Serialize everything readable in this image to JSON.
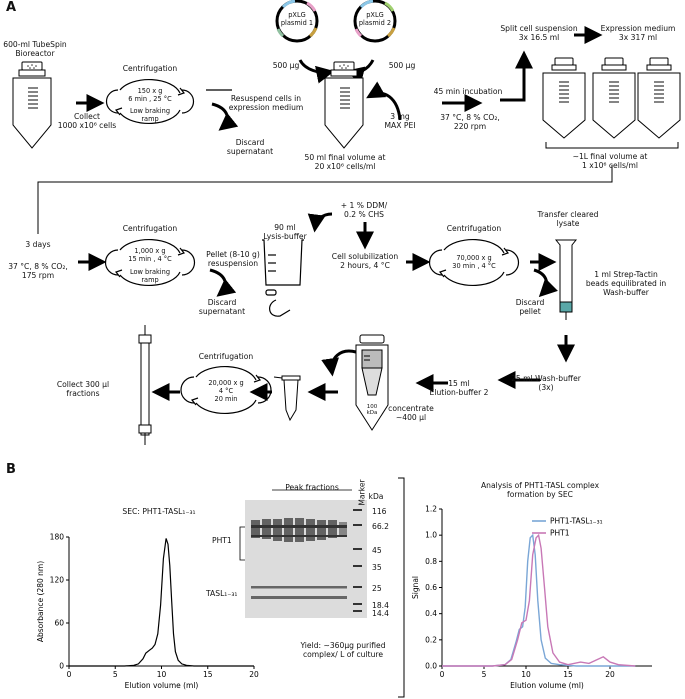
{
  "panel_a": {
    "label": "A",
    "bioreactor": [
      "600-ml TubeSpin",
      "Bioreactor"
    ],
    "collect": [
      "Collect",
      "1000 x10⁶ cells"
    ],
    "centrifugation_1": {
      "title": "Centrifugation",
      "params": [
        "150 x g",
        "6 min , 25 °C"
      ],
      "ramp": [
        "Low braking",
        "ramp"
      ]
    },
    "discard_supernatant_1": [
      "Discard",
      "supernatant"
    ],
    "resuspend": [
      "Resuspend cells in",
      "expression medium"
    ],
    "plasmid_1": [
      "pXLG",
      "plasmid 1"
    ],
    "plasmid_2": [
      "pXLG",
      "plasmid 2"
    ],
    "plasmid_1_amount": "500 µg",
    "plasmid_2_amount": "500 µg",
    "pei": [
      "3 mg",
      "MAX PEI"
    ],
    "final_volume_50": [
      "50 ml final volume at",
      "20 x10⁶ cells/ml"
    ],
    "incubation_45": "45 min incubation",
    "incubation_conditions": [
      "37 °C, 8 % CO₂,",
      "220 rpm"
    ],
    "split": [
      "Split cell suspension",
      "3x 16.5 ml"
    ],
    "expression_medium": [
      "Expression medium",
      "3x 317 ml"
    ],
    "final_volume_1l": [
      "~1L final volume at",
      "1 x10⁶ cells/ml"
    ],
    "three_days": "3 days",
    "growth_conditions": [
      "37 °C, 8 % CO₂,",
      "175 rpm"
    ],
    "centrifugation_2": {
      "title": "Centrifugation",
      "params": [
        "1,000 x g",
        "15 min , 4 °C"
      ],
      "ramp": [
        "Low braking",
        "ramp"
      ]
    },
    "discard_supernatant_2": [
      "Discard",
      "supernatant"
    ],
    "pellet": [
      "Pellet (8-10 g)",
      "resuspension"
    ],
    "lysis_buffer": [
      "90 ml",
      "Lysis-buffer"
    ],
    "detergent": [
      "+ 1 % DDM/",
      "0.2 % CHS"
    ],
    "solubilization": [
      "Cell solubilization",
      "2 hours, 4 °C"
    ],
    "centrifugation_3": {
      "title": "Centrifugation",
      "params": [
        "70,000 x g",
        "30 min , 4 °C"
      ]
    },
    "discard_pellet": [
      "Discard",
      "pellet"
    ],
    "transfer": [
      "Transfer cleared",
      "lysate"
    ],
    "strep_tactin": [
      "1 ml Strep-Tactin",
      "beads equilibrated in",
      "Wash-buffer"
    ],
    "wash_buffer": [
      "25 ml Wash-buffer",
      "(3x)"
    ],
    "elution_buffer": [
      "15 ml",
      "Elution-buffer 2"
    ],
    "concentrate": [
      "concentrate",
      "~400 µl"
    ],
    "concentrator_label": [
      "100",
      "kDa"
    ],
    "centrifugation_4": {
      "title": "Centrifugation",
      "params": [
        "20,000 x g",
        "4 °C",
        "20 min"
      ]
    },
    "collect_fractions": [
      "Collect 300 µl",
      "fractions"
    ]
  },
  "panel_b": {
    "label": "B",
    "gel": {
      "header": "Peak fractions",
      "marker": "Marker",
      "kda": "kDa",
      "mw_markers": [
        "116",
        "66.2",
        "45",
        "35",
        "25",
        "18.4",
        "14.4"
      ],
      "band_labels": [
        "PHT1",
        "TASL₁₋₃₁"
      ]
    },
    "yield": [
      "Yield: ~360µg purified",
      "complex/ L of culture"
    ]
  },
  "chart_data": [
    {
      "type": "line",
      "title": "SEC: PHT1-TASL₁₋₃₁",
      "xlabel": "Elution volume (ml)",
      "ylabel": "Absorbance (280 nm)",
      "xlim": [
        0,
        20
      ],
      "ylim": [
        0,
        180
      ],
      "xticks": [
        0,
        5,
        10,
        15,
        20
      ],
      "yticks": [
        0,
        60,
        120,
        180
      ],
      "grid": false,
      "series": [
        {
          "x": [
            0,
            2,
            4,
            6,
            7,
            7.5,
            8,
            8.3,
            8.7,
            9.0,
            9.3,
            9.6,
            9.9,
            10.2,
            10.5,
            10.7,
            10.9,
            11.1,
            11.3,
            11.5,
            11.8,
            12.2,
            12.7,
            13.5,
            15,
            17,
            20
          ],
          "y": [
            0,
            0,
            0,
            0,
            1,
            3,
            10,
            18,
            22,
            25,
            30,
            45,
            85,
            150,
            178,
            170,
            140,
            90,
            45,
            20,
            8,
            3,
            1,
            0,
            0,
            0,
            0
          ],
          "color": "#000000"
        }
      ]
    },
    {
      "type": "line",
      "title": "Analysis of PHT1-TASL complex formation by SEC",
      "xlabel": "Elution volume (ml)",
      "ylabel": "Signal",
      "xlim": [
        0,
        25
      ],
      "ylim": [
        0,
        1.2
      ],
      "xticks": [
        0,
        5,
        10,
        15,
        20
      ],
      "yticks": [
        0,
        0.2,
        0.4,
        0.6,
        0.8,
        1.0,
        1.2
      ],
      "grid": false,
      "legend": "top-right",
      "series": [
        {
          "name": "PHT1-TASL₁₋₃₁",
          "color": "#7aa6d6",
          "x": [
            0,
            6,
            7.5,
            8.2,
            8.8,
            9.2,
            9.6,
            9.9,
            10.2,
            10.5,
            10.8,
            11.1,
            11.4,
            11.8,
            12.3,
            13,
            14,
            16,
            18,
            20,
            23
          ],
          "y": [
            0,
            0,
            0.01,
            0.05,
            0.18,
            0.28,
            0.3,
            0.45,
            0.8,
            0.98,
            1.0,
            0.85,
            0.5,
            0.2,
            0.06,
            0.02,
            0.01,
            0,
            0,
            0,
            0
          ]
        },
        {
          "name": "PHT1",
          "color": "#c878b6",
          "x": [
            0,
            6,
            7.5,
            8.3,
            9,
            9.5,
            10,
            10.4,
            10.8,
            11.2,
            11.5,
            11.8,
            12.2,
            12.6,
            13.2,
            14,
            15,
            16.5,
            17.5,
            18.5,
            19.2,
            20,
            21,
            23
          ],
          "y": [
            0,
            0,
            0.01,
            0.05,
            0.2,
            0.33,
            0.35,
            0.5,
            0.85,
            0.98,
            1.0,
            0.9,
            0.6,
            0.3,
            0.1,
            0.03,
            0.01,
            0.03,
            0.02,
            0.05,
            0.07,
            0.03,
            0.01,
            0
          ]
        }
      ]
    }
  ]
}
